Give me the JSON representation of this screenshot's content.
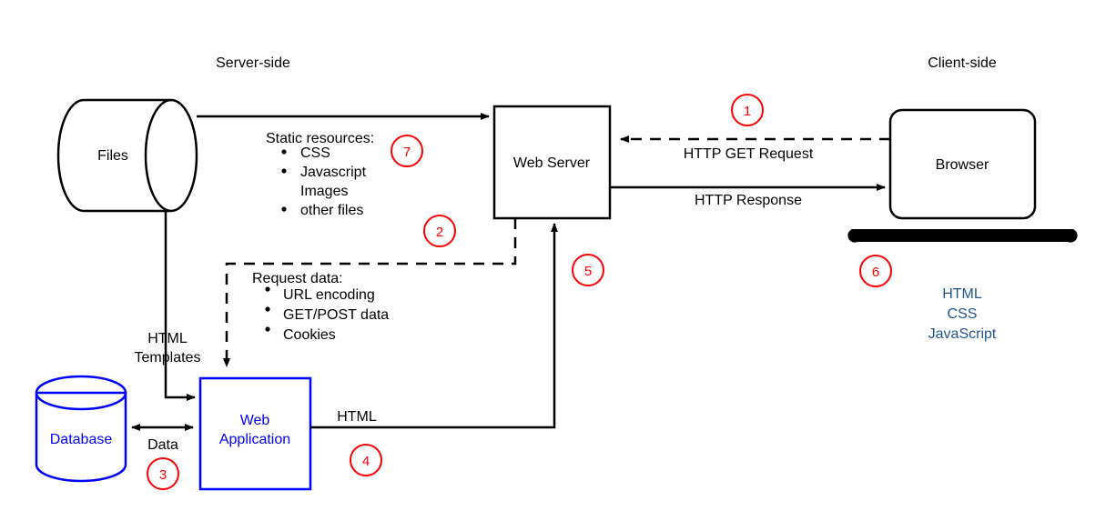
{
  "diagram": {
    "title_labels": {
      "server_side": "Server-side",
      "client_side": "Client-side"
    },
    "nodes": {
      "files": "Files",
      "web_server": "Web Server",
      "browser": "Browser",
      "database": "Database",
      "web_application_line1": "Web",
      "web_application_line2": "Application"
    },
    "static_resources": {
      "title": "Static resources:",
      "items": [
        "CSS",
        "Javascript",
        "Images",
        "other files"
      ]
    },
    "request_data": {
      "title": "Request data:",
      "items": [
        "URL encoding",
        "GET/POST data",
        "Cookies"
      ]
    },
    "edge_labels": {
      "http_get_request": "HTTP GET Request",
      "http_response": "HTTP Response",
      "html_templates_line1": "HTML",
      "html_templates_line2": "Templates",
      "data": "Data",
      "html": "HTML"
    },
    "client_stack": [
      "HTML",
      "CSS",
      "JavaScript"
    ],
    "markers": [
      {
        "id": "1",
        "label": "1"
      },
      {
        "id": "2",
        "label": "2"
      },
      {
        "id": "3",
        "label": "3"
      },
      {
        "id": "4",
        "label": "4"
      },
      {
        "id": "5",
        "label": "5"
      },
      {
        "id": "6",
        "label": "6"
      },
      {
        "id": "7",
        "label": "7"
      }
    ],
    "colors": {
      "black": "#000000",
      "blue": "#0000ff",
      "marker_red": "#ff0000",
      "stack_blue": "#1f5490",
      "background": "#ffffff"
    }
  }
}
